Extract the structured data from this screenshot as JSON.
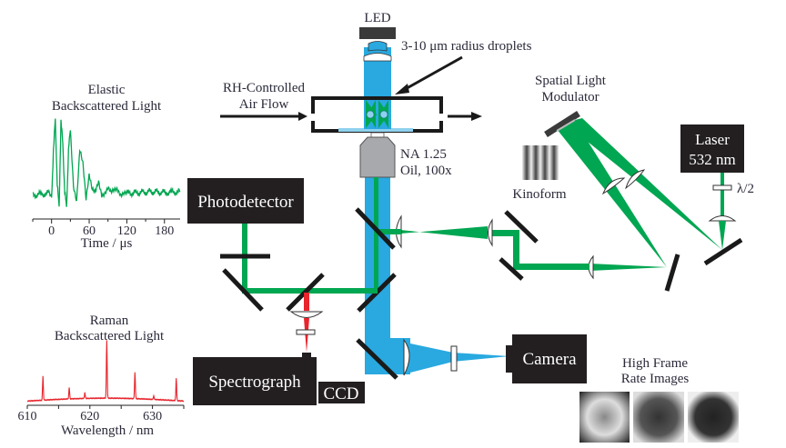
{
  "title": "Optical tweezers setup with elastic and Raman backscattered light detection",
  "colors": {
    "laser_green": "#00a651",
    "led_blue": "#29a9e0",
    "raman_red": "#e8242c",
    "box_black": "#231f20",
    "objective_gray": "#a7a9ac",
    "mirror_black": "#1a1a1a"
  },
  "labels": {
    "led": "LED",
    "droplets": "3-10 μm radius droplets",
    "rh_flow_line1": "RH-Controlled",
    "rh_flow_line2": "Air Flow",
    "objective_line1": "NA 1.25",
    "objective_line2": "Oil, 100x",
    "slm_line1": "Spatial Light",
    "slm_line2": "Modulator",
    "kinoform": "Kinoform",
    "laser_line1": "Laser",
    "laser_line2": "532 nm",
    "half_wave": "λ/2",
    "photodetector": "Photodetector",
    "spectrograph": "Spectrograph",
    "ccd": "CCD",
    "camera": "Camera",
    "hfr_line1": "High Frame",
    "hfr_line2": "Rate Images"
  },
  "chart_data": [
    {
      "type": "line",
      "title": "Elastic Backscattered Light",
      "title_line1": "Elastic",
      "title_line2": "Backscattered Light",
      "xlabel": "Time / μs",
      "ylabel": "",
      "xlim": [
        -30,
        205
      ],
      "xticks": [
        0,
        60,
        120,
        180
      ],
      "xtick_labels": [
        "0",
        "60",
        "120",
        "180"
      ],
      "color": "#00a651",
      "description": "Damped oscillation beginning near t=0, peaks decaying to a flat baseline by ~130 μs",
      "x": [
        -30,
        -5,
        0,
        3,
        6,
        9,
        12,
        15,
        18,
        21,
        24,
        27,
        30,
        35,
        40,
        45,
        50,
        55,
        60,
        65,
        70,
        75,
        80,
        85,
        90,
        95,
        100,
        105,
        110,
        115,
        120,
        140,
        160,
        180,
        205
      ],
      "values": [
        0.08,
        0.1,
        0.05,
        0.6,
        1.0,
        0.2,
        -0.05,
        0.95,
        0.7,
        0.1,
        -0.05,
        0.6,
        0.88,
        0.2,
        0.0,
        0.6,
        0.45,
        0.05,
        0.35,
        0.15,
        0.1,
        0.22,
        0.08,
        0.12,
        0.18,
        0.1,
        0.12,
        0.15,
        0.1,
        0.12,
        0.1,
        0.11,
        0.12,
        0.11,
        0.12
      ]
    },
    {
      "type": "line",
      "title": "Raman Backscattered Light",
      "title_line1": "Raman",
      "title_line2": "Backscattered Light",
      "xlabel": "Wavelength / nm",
      "ylabel": "",
      "xlim": [
        610,
        635
      ],
      "xticks": [
        610,
        620,
        630
      ],
      "xtick_labels": [
        "610",
        "620",
        "630"
      ],
      "color": "#e8242c",
      "description": "Raman spectrum with sharp peaks on a low broad background",
      "peaks": [
        {
          "x": 612.5,
          "height": 0.42
        },
        {
          "x": 616.7,
          "height": 0.2
        },
        {
          "x": 619.2,
          "height": 0.1
        },
        {
          "x": 622.7,
          "height": 1.0
        },
        {
          "x": 627.2,
          "height": 0.45
        },
        {
          "x": 630.2,
          "height": 0.06
        },
        {
          "x": 633.8,
          "height": 0.38
        }
      ],
      "baseline": 0.05
    }
  ]
}
